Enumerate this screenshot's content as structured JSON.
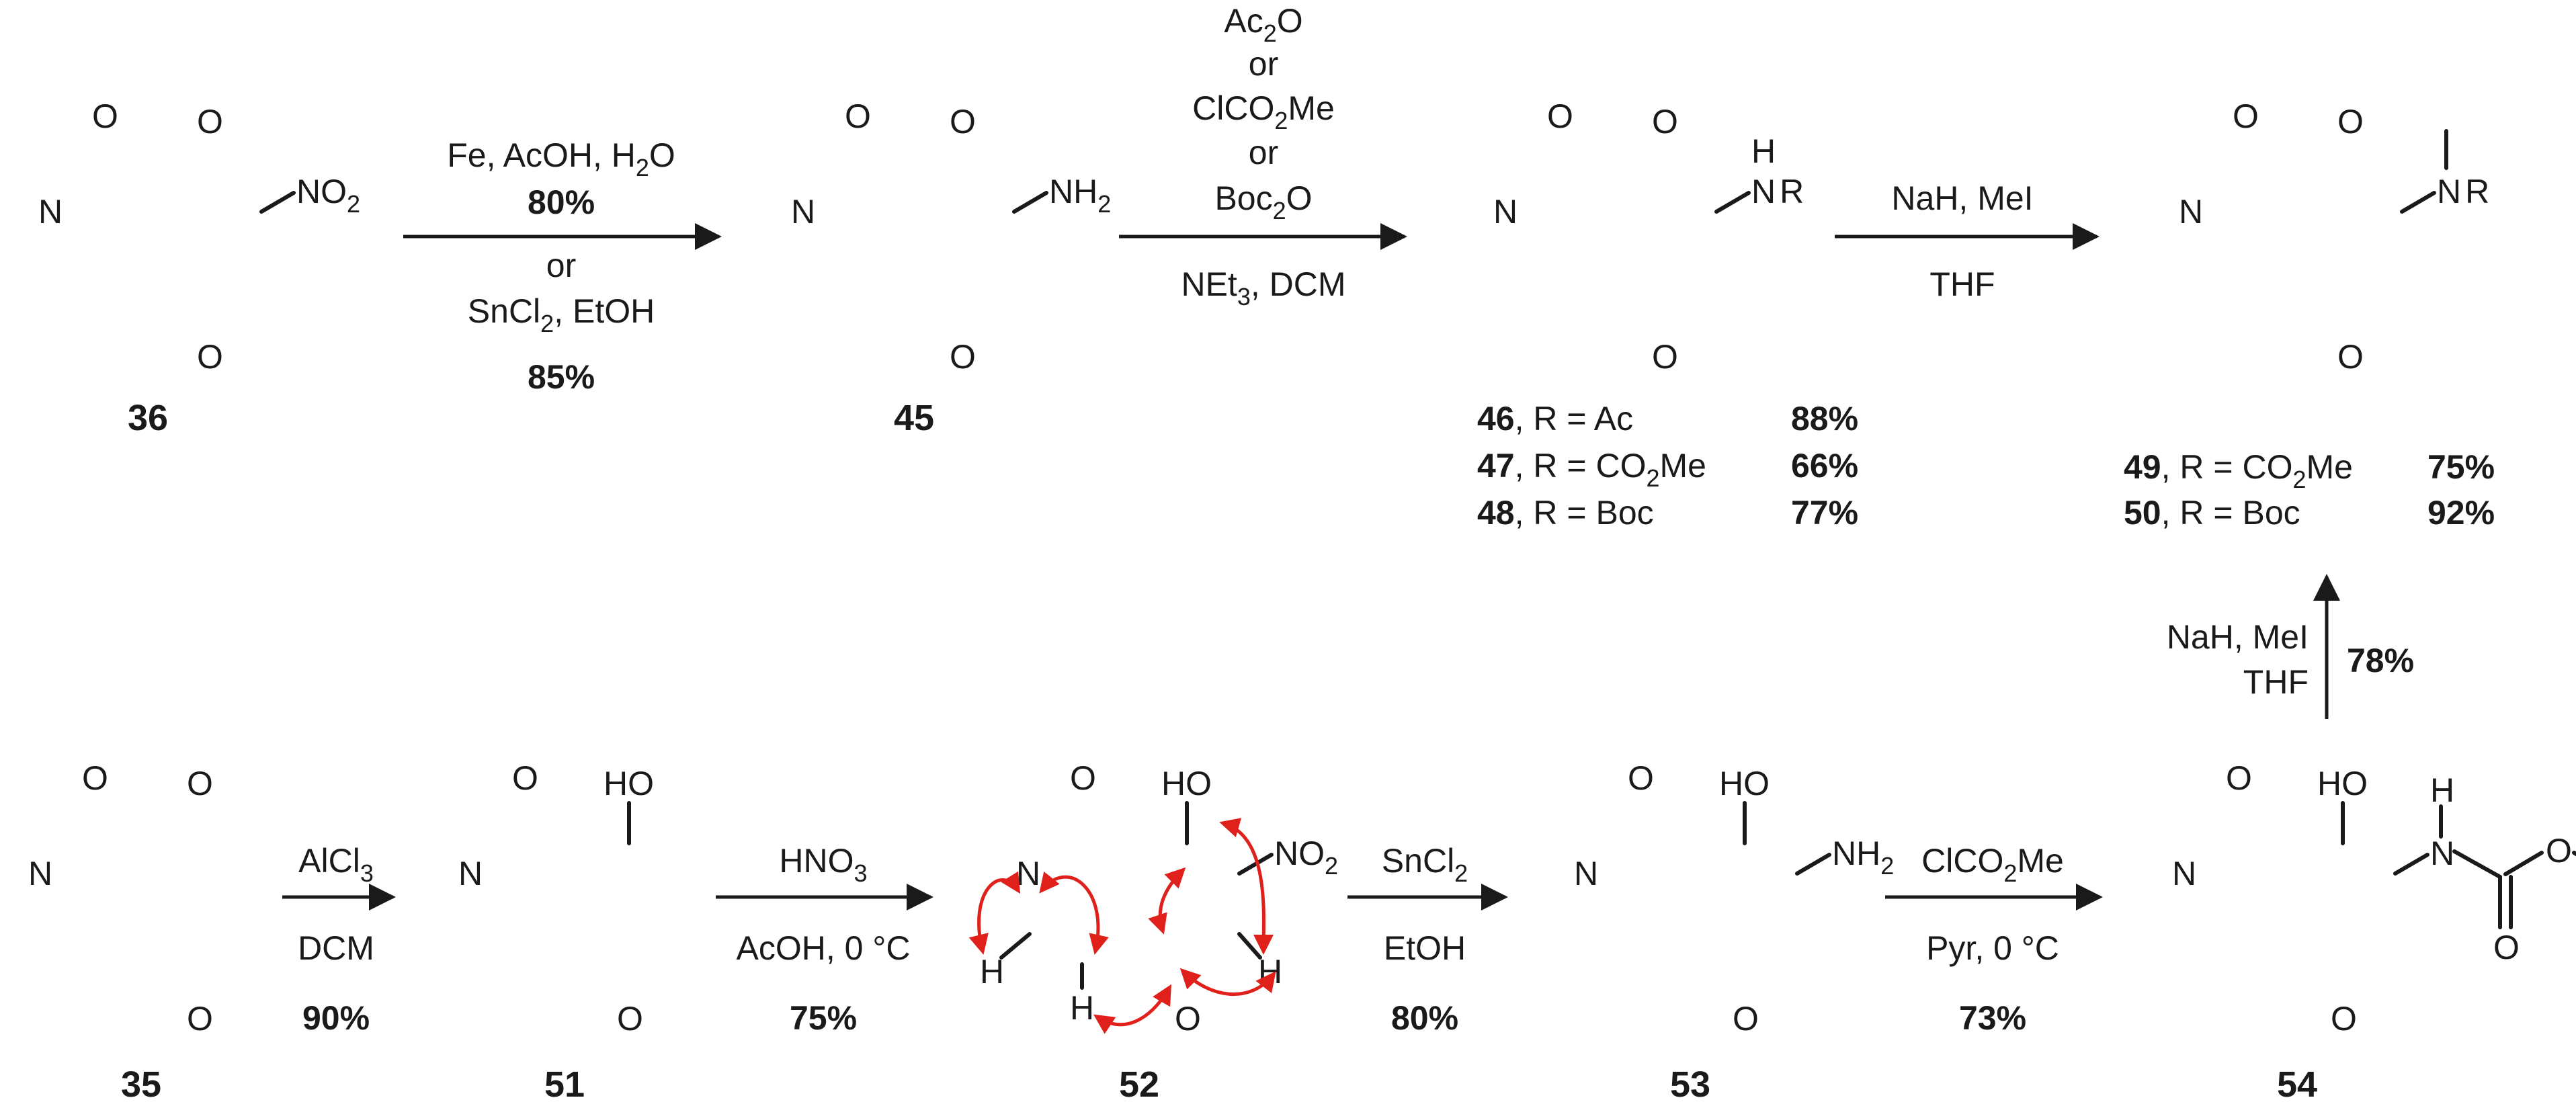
{
  "atoms": {
    "O": "O",
    "N": "N",
    "H": "H",
    "NO": "NO",
    "two": "2",
    "NH": "NH",
    "R": "R",
    "HO": "HO"
  },
  "compounds": {
    "c36": "36",
    "c45": "45",
    "c46": "46",
    "c49": "49",
    "c35": "35",
    "c51": "51",
    "c52": "52",
    "c53": "53",
    "c54": "54"
  },
  "step1": {
    "reagents_a": "Fe, AcOH, H",
    "reagents_a_sub": "2",
    "reagents_a_end": "O",
    "yield_a": "80%",
    "or": "or",
    "reagents_b": "SnCl",
    "reagents_b_sub": "2",
    "reagents_b_end": ", EtOH",
    "yield_b": "85%"
  },
  "step2": {
    "r1": "Ac",
    "r1_sub": "2",
    "r1_end": "O",
    "or1": "or",
    "r2": "ClCO",
    "r2_sub": "2",
    "r2_end": "Me",
    "or2": "or",
    "r3": "Boc",
    "r3_sub": "2",
    "r3_end": "O",
    "base": "NEt",
    "base_sub": "3",
    "base_end": ", DCM"
  },
  "results46": [
    {
      "num": "46",
      "label": ", R = Ac",
      "sub": "",
      "end": "",
      "yield": "88%"
    },
    {
      "num": "47",
      "label": ", R = CO",
      "sub": "2",
      "end": "Me",
      "yield": "66%"
    },
    {
      "num": "48",
      "label": ", R = Boc",
      "sub": "",
      "end": "",
      "yield": "77%"
    }
  ],
  "step3": {
    "reagents": "NaH, MeI",
    "solvent": "THF"
  },
  "results49": [
    {
      "num": "49",
      "label": ", R = CO",
      "sub": "2",
      "end": "Me",
      "yield": "75%"
    },
    {
      "num": "50",
      "label": ", R = Boc",
      "sub": "",
      "end": "",
      "yield": "92%"
    }
  ],
  "step_vertical": {
    "reagents": "NaH, MeI",
    "solvent": "THF",
    "yield": "78%"
  },
  "step4": {
    "reagent": "AlCl",
    "reagent_sub": "3",
    "solvent": "DCM",
    "yield": "90%"
  },
  "step5": {
    "reagent": "HNO",
    "reagent_sub": "3",
    "conditions": "AcOH, 0 °C",
    "yield": "75%"
  },
  "step6": {
    "reagent": "SnCl",
    "reagent_sub": "2",
    "solvent": "EtOH",
    "yield": "80%"
  },
  "step7": {
    "reagent": "ClCO",
    "reagent_sub": "2",
    "reagent_end": "Me",
    "conditions": "Pyr, 0 °C",
    "yield": "73%"
  },
  "colors": {
    "ink": "#1a1a1a",
    "noe_arrows": "#e0201b"
  }
}
